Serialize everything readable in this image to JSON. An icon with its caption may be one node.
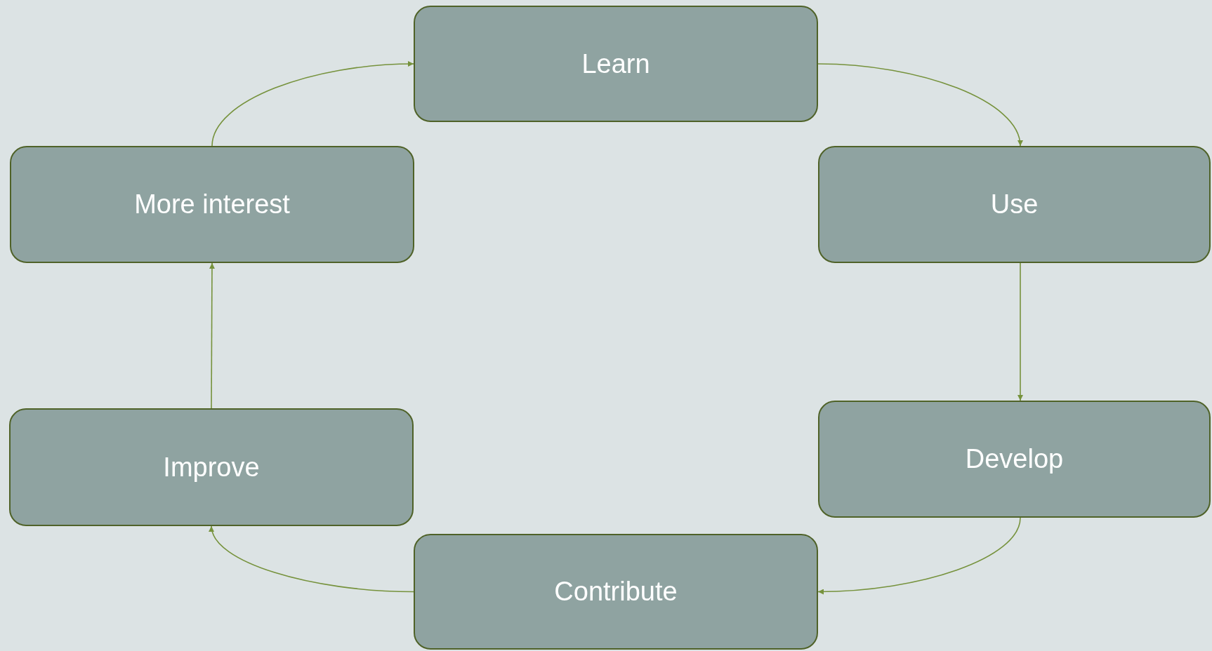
{
  "diagram": {
    "nodes": [
      {
        "text": [
          "Learn"
        ]
      },
      {
        "text": [
          "Use"
        ]
      },
      {
        "text": [
          "Develop"
        ]
      },
      {
        "text": [
          "Contribute"
        ]
      },
      {
        "text": [
          "Improve"
        ]
      },
      {
        "text": [
          "More interest"
        ]
      }
    ],
    "edges": [
      {
        "from": 0,
        "to": 1,
        "arrow": "to"
      },
      {
        "from": 1,
        "to": 2,
        "arrow": "to"
      },
      {
        "from": 2,
        "to": 3,
        "arrow": "to"
      },
      {
        "from": 3,
        "to": 4,
        "arrow": "to"
      },
      {
        "from": 4,
        "to": 5,
        "arrow": "to"
      },
      {
        "from": 5,
        "to": 0,
        "arrow": "to"
      }
    ]
  }
}
